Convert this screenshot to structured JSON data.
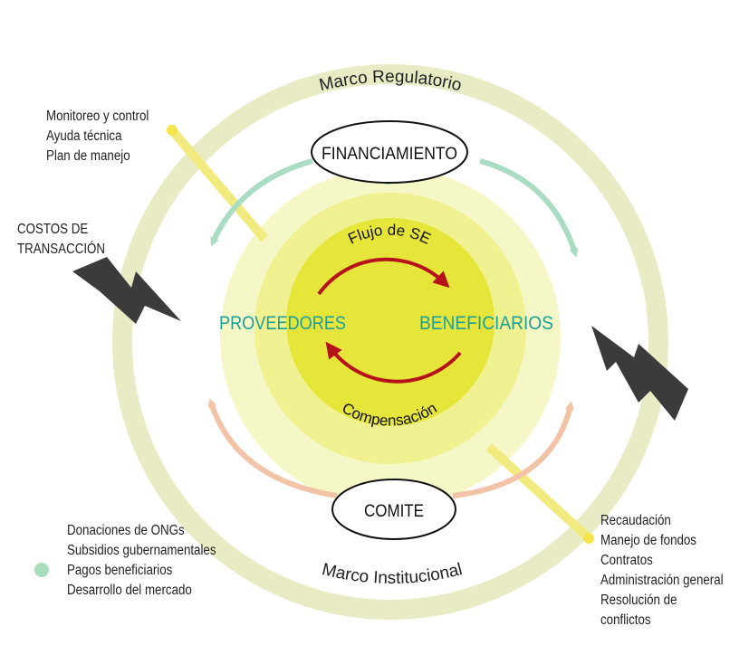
{
  "rings": {
    "outer_top_label": "Marco Regulatorio",
    "outer_bottom_label": "Marco Institucional"
  },
  "nodes": {
    "financiamiento": "FINANCIAMIENTO",
    "comite": "COMITE",
    "proveedores": "PROVEEDORES",
    "beneficiarios": "BENEFICIARIOS"
  },
  "inner_cycle": {
    "top_label": "Flujo de SE",
    "bottom_label": "Compensación"
  },
  "side_labels": {
    "costs_line1": "COSTOS DE",
    "costs_line2": "TRANSACCIÓN"
  },
  "lists": {
    "oversight": [
      "Monitoreo y control",
      "Ayuda técnica",
      "Plan de manejo"
    ],
    "funding_sources": [
      "Donaciones de ONGs",
      "Subsidios gubernamentales",
      "Pagos beneficiarios",
      "Desarrollo del mercado"
    ],
    "committee_functions": [
      "Recaudación",
      "Manejo de fondos",
      "Contratos",
      "Administración general",
      "Resolución de conflictos"
    ]
  },
  "colors": {
    "outer_ring": "#e9ebc4",
    "middle_disc": "#f6f7c6",
    "inner_disc": "#eef07a",
    "core_disc": "#e6e63a",
    "teal_text": "#1e9f98",
    "red_arrow": "#b5121b",
    "green_arrow": "#a9dcc3",
    "peach_arrow": "#f3c3a8",
    "yellow_line": "#f1ea7e",
    "yellow_dot": "#f5e34a",
    "green_dot": "#a8dcbc",
    "bolt": "#3b3b3b"
  }
}
